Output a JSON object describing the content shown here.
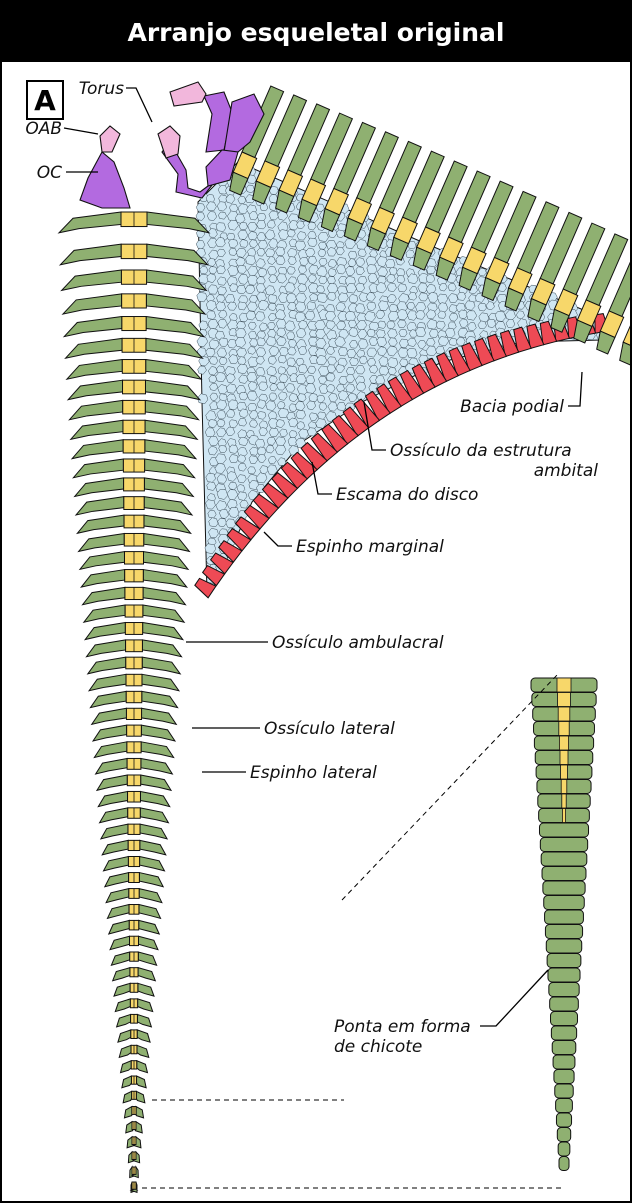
{
  "title": "Arranjo esqueletal original",
  "panel_label": "A",
  "colors": {
    "ambulacral": "#f7d76a",
    "lateral": "#8fb071",
    "marginal": "#ee4a55",
    "disc": "#cfe6f3",
    "oral": "#b36ae0",
    "oral_tip": "#f2b7dc"
  },
  "labels": {
    "torus": "Torus",
    "oab": "OAB",
    "oc": "OC",
    "bacia_podial": "Bacia podial",
    "ossiculo_estrutura_line1": "Ossículo da estrutura",
    "ossiculo_estrutura_line2": "ambital",
    "escama_disco": "Escama do disco",
    "espinho_marginal": "Espinho marginal",
    "ossiculo_ambulacral": "Ossículo ambulacral",
    "ossiculo_lateral": "Ossículo lateral",
    "espinho_lateral": "Espinho lateral",
    "ponta_line1": "Ponta em forma",
    "ponta_line2": "de chicote"
  }
}
